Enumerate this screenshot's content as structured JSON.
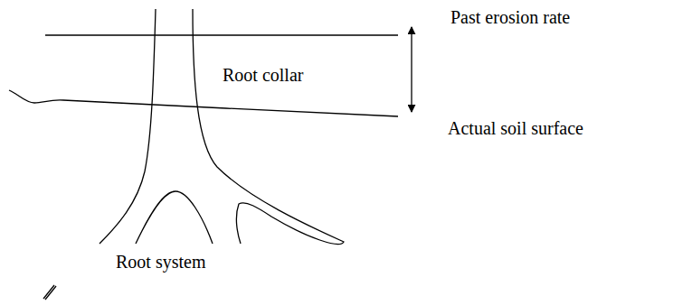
{
  "diagram": {
    "labels": [
      "Past erosion rate",
      "Root collar",
      "Actual soil surface",
      "Root system"
    ]
  }
}
